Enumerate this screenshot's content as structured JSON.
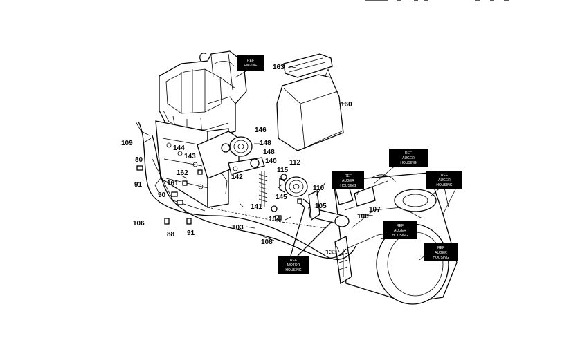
{
  "parts": [
    {
      "id": "p163",
      "label": "163"
    },
    {
      "id": "p160",
      "label": "160"
    },
    {
      "id": "p146",
      "label": "146"
    },
    {
      "id": "p148a",
      "label": "148"
    },
    {
      "id": "p148b",
      "label": "148"
    },
    {
      "id": "p140",
      "label": "140"
    },
    {
      "id": "p109",
      "label": "109"
    },
    {
      "id": "p144",
      "label": "144"
    },
    {
      "id": "p143",
      "label": "143"
    },
    {
      "id": "p80",
      "label": "80"
    },
    {
      "id": "p162",
      "label": "162"
    },
    {
      "id": "p91a",
      "label": "91"
    },
    {
      "id": "p161",
      "label": "161"
    },
    {
      "id": "p142",
      "label": "142"
    },
    {
      "id": "p115",
      "label": "115"
    },
    {
      "id": "p112",
      "label": "112"
    },
    {
      "id": "p90",
      "label": "90"
    },
    {
      "id": "p141",
      "label": "141"
    },
    {
      "id": "p110",
      "label": "110"
    },
    {
      "id": "p145",
      "label": "145"
    },
    {
      "id": "p105",
      "label": "105"
    },
    {
      "id": "p107",
      "label": "107"
    },
    {
      "id": "p104",
      "label": "104"
    },
    {
      "id": "p100",
      "label": "100"
    },
    {
      "id": "p106",
      "label": "106"
    },
    {
      "id": "p103",
      "label": "103"
    },
    {
      "id": "p88",
      "label": "88"
    },
    {
      "id": "p91b",
      "label": "91"
    },
    {
      "id": "p108",
      "label": "108"
    },
    {
      "id": "p133",
      "label": "133"
    }
  ],
  "callouts": [
    {
      "id": "c1",
      "lines": [
        "REF",
        "ENGINE"
      ]
    },
    {
      "id": "c2",
      "lines": [
        "REF",
        "AUGER",
        "HOUSING"
      ]
    },
    {
      "id": "c3",
      "lines": [
        "REF",
        "AUGER",
        "HOUSING"
      ]
    },
    {
      "id": "c4",
      "lines": [
        "REF",
        "AUGER",
        "HOUSING"
      ]
    },
    {
      "id": "c5",
      "lines": [
        "REF",
        "AUGER",
        "HOUSING"
      ]
    },
    {
      "id": "c6",
      "lines": [
        "REF",
        "AUGER",
        "HOUSING"
      ]
    },
    {
      "id": "c7",
      "lines": [
        "REF",
        "MOTOR",
        "HOUSING"
      ]
    }
  ]
}
